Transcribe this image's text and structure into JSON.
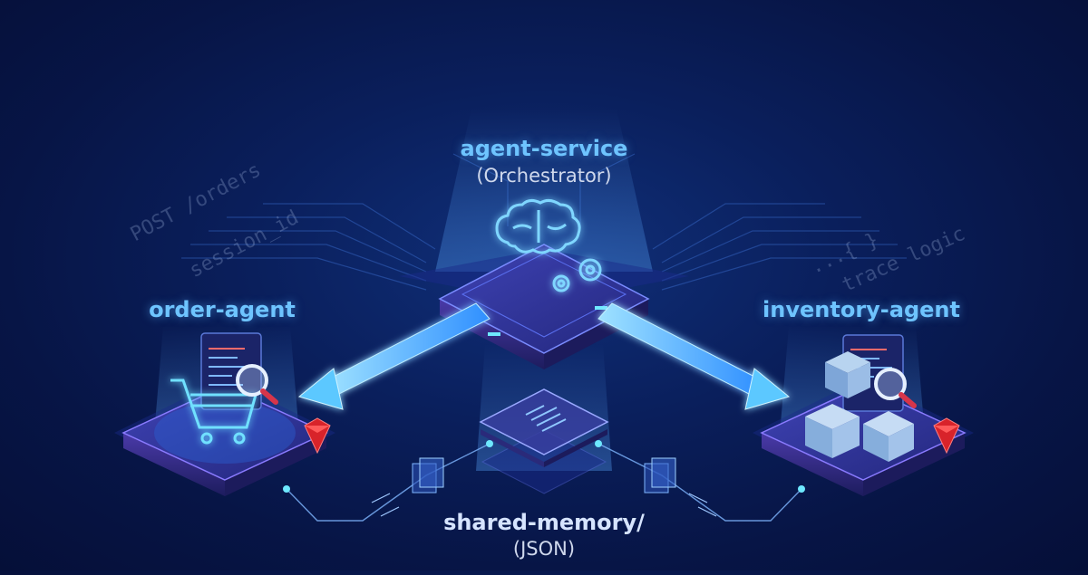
{
  "orchestrator": {
    "title": "agent-service",
    "subtitle": "(Orchestrator)"
  },
  "left_agent": {
    "title": "order-agent"
  },
  "right_agent": {
    "title": "inventory-agent"
  },
  "memory": {
    "title": "shared-memory/",
    "subtitle": "(JSON)"
  },
  "background_text": {
    "left_line1": "POST /orders",
    "left_line2": "session_id",
    "right_line1": "...{  }",
    "right_line2": "trace logic"
  },
  "icons": {
    "orchestrator": "brain-gears-icon",
    "left_agent": "shopping-cart-icon",
    "right_agent": "boxes-icon",
    "magnifier": "magnifier-icon",
    "gem": "ruby-gem-icon",
    "memory": "document-lines-icon"
  },
  "colors": {
    "background": "#071546",
    "accent_blue": "#6ec4ff",
    "arrow": "#4fc3ff",
    "platform": "#2a2f8c",
    "gem": "#d8232a"
  }
}
